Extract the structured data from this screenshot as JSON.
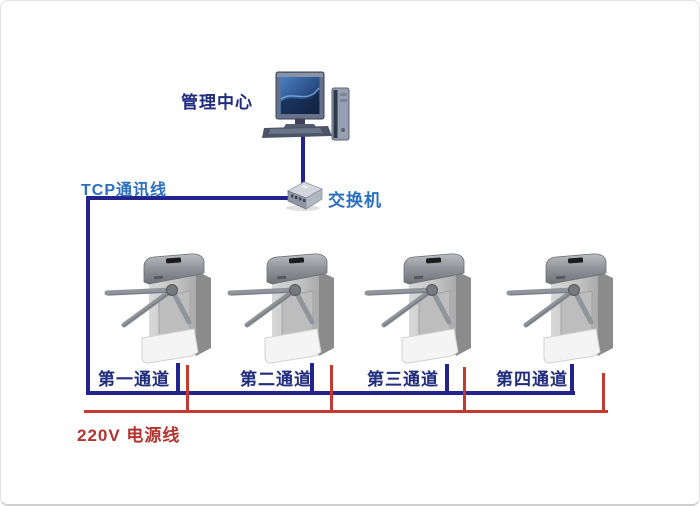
{
  "diagram": {
    "management_center_label": "管理中心",
    "tcp_line_label": "TCP通讯线",
    "switch_label": "交换机",
    "power_line_label": "220V 电源线",
    "channels": [
      {
        "label": "第一通道"
      },
      {
        "label": "第二通道"
      },
      {
        "label": "第三通道"
      },
      {
        "label": "第四通道"
      }
    ],
    "icons": {
      "computer": "management-pc-icon",
      "switch": "network-switch-icon",
      "turnstile": "tripod-turnstile-icon"
    }
  },
  "colors": {
    "comm_line": "#23238e",
    "power_line": "#c23a32",
    "blue_label": "#2a6fc0",
    "navy_label": "#212c7d",
    "red_label": "#b23430"
  }
}
